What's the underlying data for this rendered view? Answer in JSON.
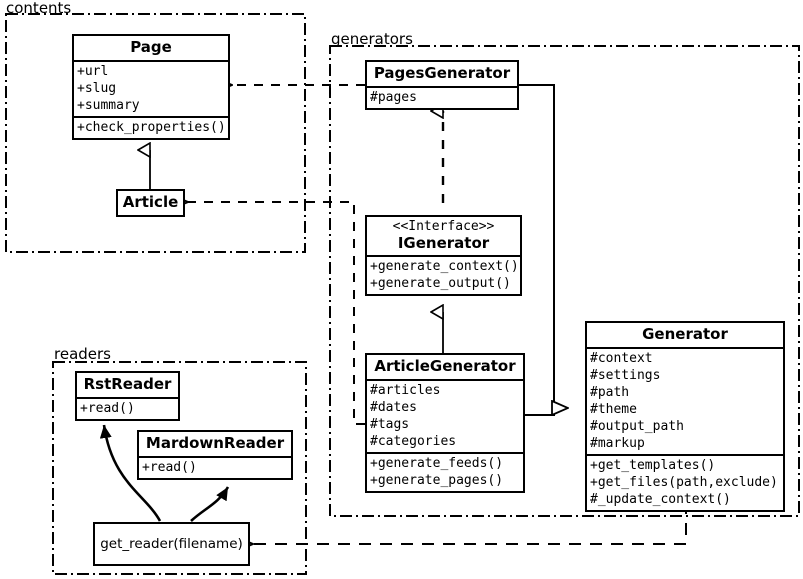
{
  "diagram": {
    "type": "uml-class-diagram",
    "background": "#ffffff",
    "line_color": "#000000"
  },
  "packages": [
    {
      "name": "contents-package",
      "label": "contents"
    },
    {
      "name": "generators-package",
      "label": "generators"
    },
    {
      "name": "readers-package",
      "label": "readers"
    }
  ],
  "classes": {
    "page": {
      "title": "Page",
      "attributes": [
        "+url",
        "+slug",
        "+summary"
      ],
      "methods": [
        "+check_properties()"
      ]
    },
    "article": {
      "title": "Article",
      "attributes": [],
      "methods": []
    },
    "pages_generator": {
      "title": "PagesGenerator",
      "attributes": [
        "#pages"
      ],
      "methods": []
    },
    "igenerator": {
      "stereotype": "<<Interface>>",
      "title": "IGenerator",
      "attributes": [],
      "methods": [
        "+generate_context()",
        "+generate_output()"
      ]
    },
    "article_generator": {
      "title": "ArticleGenerator",
      "attributes": [
        "#articles",
        "#dates",
        "#tags",
        "#categories"
      ],
      "methods": [
        "+generate_feeds()",
        "+generate_pages()"
      ]
    },
    "generator": {
      "title": "Generator",
      "attributes": [
        "#context",
        "#settings",
        "#path",
        "#theme",
        "#output_path",
        "#markup"
      ],
      "methods": [
        "+get_templates()",
        "+get_files(path,exclude)",
        "#_update_context()"
      ]
    },
    "rst_reader": {
      "title": "RstReader",
      "attributes": [],
      "methods": [
        "+read()"
      ]
    },
    "mardown_reader": {
      "title": "MardownReader",
      "attributes": [],
      "methods": [
        "+read()"
      ]
    },
    "get_reader": {
      "title": "get_reader(filename)"
    }
  },
  "relations": [
    {
      "name": "article-inherits-page",
      "from": "Article",
      "to": "Page",
      "kind": "generalization"
    },
    {
      "name": "pagesgenerator-realizes-igenerator",
      "from": "PagesGenerator",
      "to": "IGenerator",
      "kind": "realization"
    },
    {
      "name": "articlegenerator-realizes-igenerator",
      "from": "ArticleGenerator",
      "to": "IGenerator",
      "kind": "generalization"
    },
    {
      "name": "pagesgenerator-to-generator",
      "from": "PagesGenerator",
      "to": "Generator",
      "kind": "association"
    },
    {
      "name": "articlegenerator-to-generator",
      "from": "ArticleGenerator",
      "to": "Generator",
      "kind": "association"
    },
    {
      "name": "pagesgenerator-uses-page",
      "from": "PagesGenerator",
      "to": "Page",
      "kind": "dependency"
    },
    {
      "name": "articlegenerator-uses-article",
      "from": "ArticleGenerator",
      "to": "Article",
      "kind": "dependency"
    },
    {
      "name": "generator-uses-get-reader",
      "from": "Generator",
      "to": "get_reader(filename)",
      "kind": "dependency"
    },
    {
      "name": "get-reader-creates-rstreader",
      "from": "get_reader(filename)",
      "to": "RstReader",
      "kind": "create"
    },
    {
      "name": "get-reader-creates-mardownreader",
      "from": "get_reader(filename)",
      "to": "MardownReader",
      "kind": "create"
    }
  ]
}
